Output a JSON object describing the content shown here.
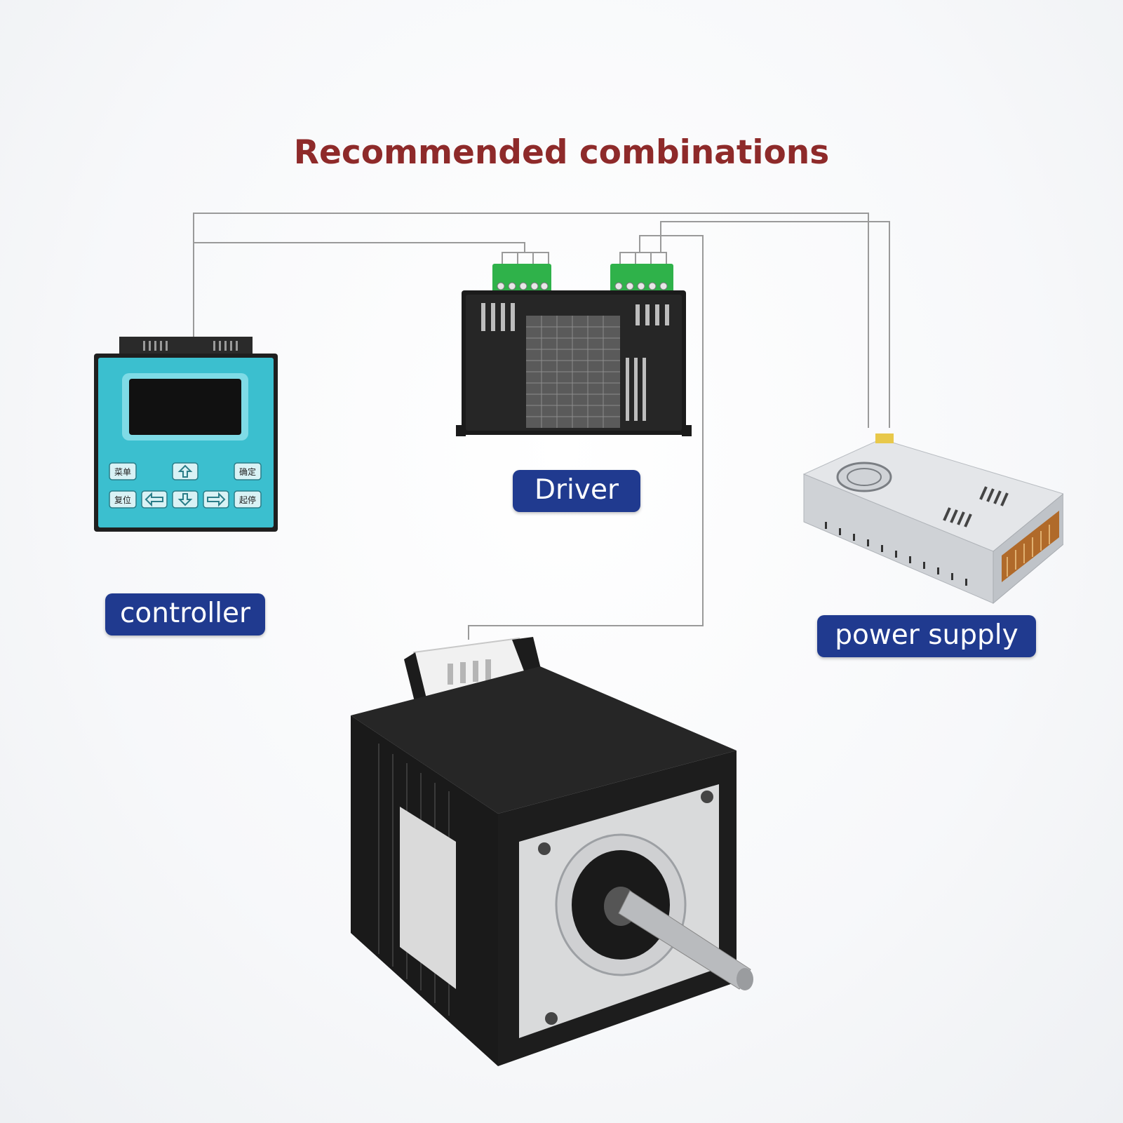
{
  "title": "Recommended combinations",
  "labels": {
    "driver": "Driver",
    "controller": "controller",
    "power_supply": "power supply"
  },
  "controller_keys": [
    "菜单",
    "确定",
    "复位",
    "起停"
  ],
  "colors": {
    "title": "#8e2a2a",
    "label_background": "#203a8f",
    "label_text": "#ffffff",
    "wire": "#9a9a9a",
    "controller_panel": "#3bbfcf",
    "terminal_green": "#2fb24a"
  },
  "icons": [
    "stepper-motor-icon",
    "driver-box-icon",
    "controller-panel-icon",
    "power-supply-icon"
  ]
}
